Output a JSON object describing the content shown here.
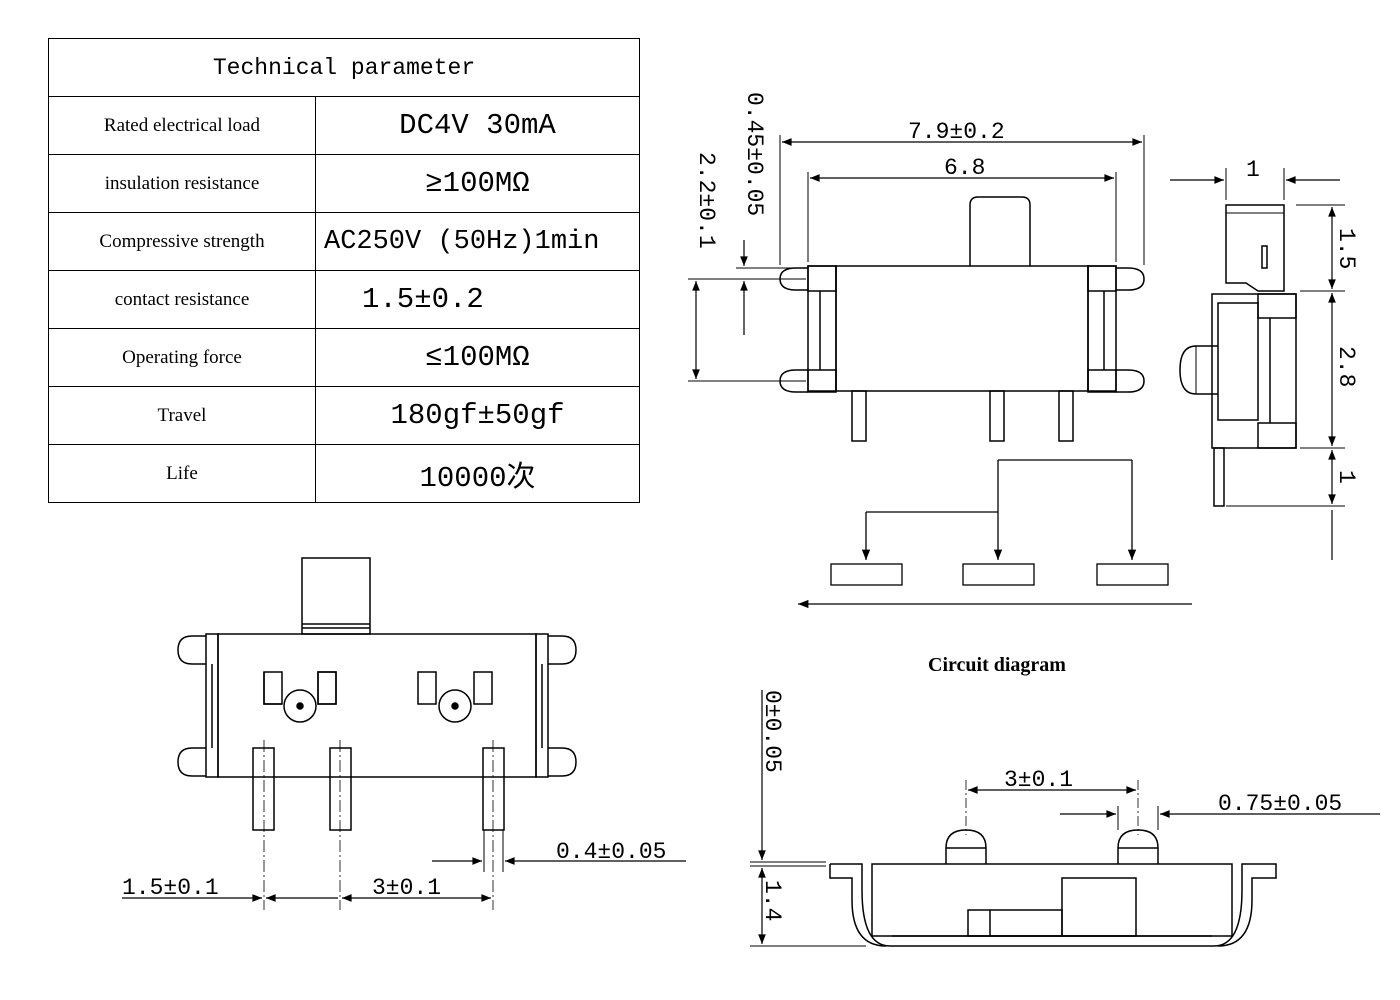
{
  "table": {
    "title": "Technical parameter",
    "rows": [
      {
        "param": "Rated electrical load",
        "value": "DC4V 30mA"
      },
      {
        "param": "insulation resistance",
        "value": "≥100MΩ"
      },
      {
        "param": "Compressive strength",
        "value": "AC250V (50Hz)1min"
      },
      {
        "param": "contact resistance",
        "value": "1.5±0.2"
      },
      {
        "param": "Operating force",
        "value": "≤100MΩ"
      },
      {
        "param": "Travel",
        "value": "180gf±50gf"
      },
      {
        "param": "Life",
        "value": "10000次"
      }
    ]
  },
  "front_view": {
    "width_overall": "7.9±0.2",
    "width_body": "6.8",
    "pin_offset": "0.45±0.05",
    "height": "2.2±0.1"
  },
  "side_view": {
    "top_width": "1",
    "dim_1": "1.5",
    "dim_2": "2.8",
    "dim_3": "1"
  },
  "circuit": {
    "caption": "Circuit diagram"
  },
  "bottom_view": {
    "pitch_left": "1.5±0.1",
    "pitch_right": "3±0.1",
    "pin_width": "0.4±0.05"
  },
  "profile_view": {
    "pitch": "3±0.1",
    "bump_width": "0.75±0.05",
    "flatness": "0±0.05",
    "height": "1.4"
  },
  "colors": {
    "line": "#000000",
    "background": "#ffffff"
  }
}
